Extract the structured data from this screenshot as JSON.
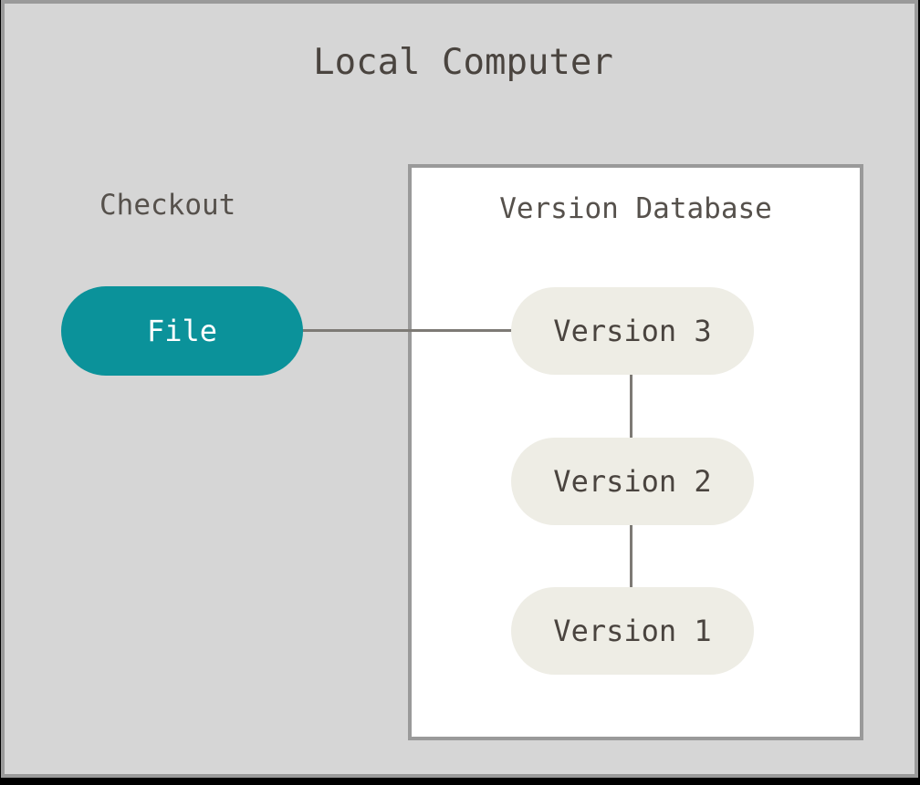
{
  "diagram": {
    "title": "Local Computer",
    "background_color": "#d6d6d6",
    "border_color": "#9a9a9a",
    "title_color": "#4a443f"
  },
  "checkout": {
    "label": "Checkout"
  },
  "version_database": {
    "title": "Version Database",
    "background_color": "#ffffff",
    "border_color": "#9a9a9a"
  },
  "nodes": {
    "file": {
      "label": "File",
      "fill_color": "#0b929a",
      "text_color": "#ffffff"
    },
    "versions": [
      {
        "label": "Version 3",
        "fill_color": "#eeede5",
        "text_color": "#4a443f"
      },
      {
        "label": "Version 2",
        "fill_color": "#eeede5",
        "text_color": "#4a443f"
      },
      {
        "label": "Version 1",
        "fill_color": "#eeede5",
        "text_color": "#4a443f"
      }
    ]
  },
  "edges": [
    {
      "name": "file-to-version-3",
      "from": "File",
      "to": "Version 3",
      "color": "#7d7a75"
    },
    {
      "name": "version-3-to-version-2",
      "from": "Version 3",
      "to": "Version 2",
      "color": "#7d7a75"
    },
    {
      "name": "version-2-to-version-1",
      "from": "Version 2",
      "to": "Version 1",
      "color": "#7d7a75"
    }
  ]
}
